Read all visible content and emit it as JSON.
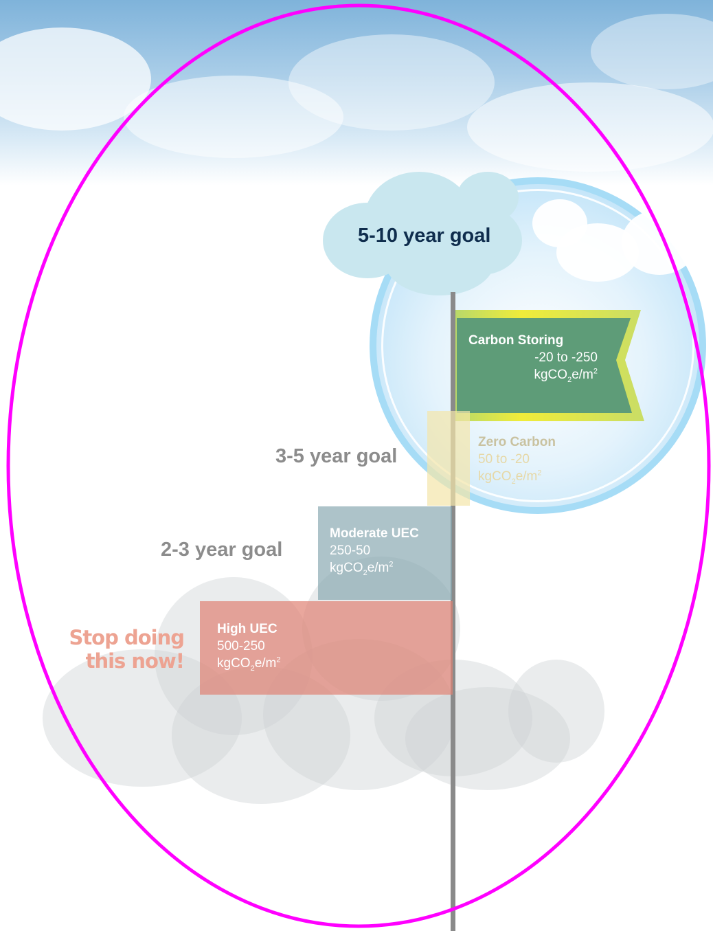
{
  "goals": {
    "long": "5-10 year goal",
    "mid": "3-5 year goal",
    "short": "2-3 year goal",
    "stop_line1": "Stop doing",
    "stop_line2": "this now!"
  },
  "flags": {
    "carbon_storing": {
      "title": "Carbon Storing",
      "range": "-20 to -250",
      "unit_a": "kgCO",
      "unit_sub": "2",
      "unit_b": "e/m",
      "unit_sup": "2"
    },
    "zero_carbon": {
      "title": "Zero Carbon",
      "range": "50 to -20",
      "unit_a": "kgCO",
      "unit_sub": "2",
      "unit_b": "e/m",
      "unit_sup": "2"
    },
    "moderate_uec": {
      "title": "Moderate UEC",
      "range": "250-50",
      "unit_a": "kgCO",
      "unit_sub": "2",
      "unit_b": "e/m",
      "unit_sup": "2"
    },
    "high_uec": {
      "title": "High UEC",
      "range": "500-250",
      "unit_a": "kgCO",
      "unit_sub": "2",
      "unit_b": "e/m",
      "unit_sup": "2"
    }
  },
  "colors": {
    "carbon_storing": "#5e9c78",
    "carbon_border": "#cfdf6a",
    "zero_carbon": "#f4e6aa",
    "moderate": "#86a6b0",
    "high": "#e08174",
    "stop_text": "#eda392",
    "goal_long_text": "#0f2d4d",
    "outline": "#ff00ff"
  }
}
